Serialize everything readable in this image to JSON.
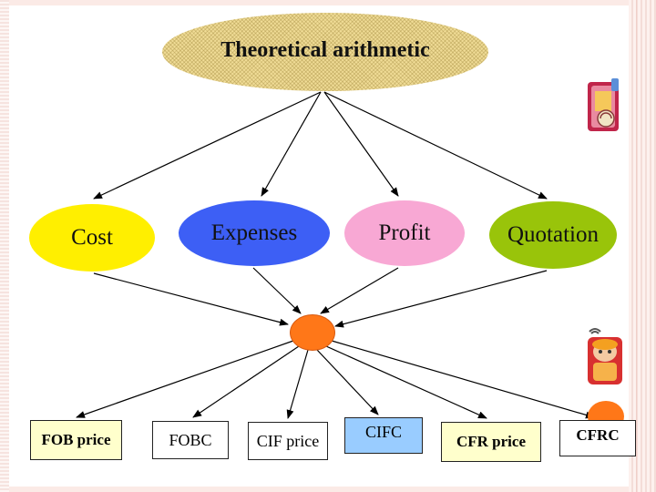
{
  "title": "Theoretical arithmetic",
  "components": [
    {
      "label": "Cost",
      "color": "#ffef00"
    },
    {
      "label": "Expenses",
      "color": "#3d5ff5"
    },
    {
      "label": "Profit",
      "color": "#f8a8d4"
    },
    {
      "label": "Quotation",
      "color": "#99c40a"
    }
  ],
  "hub_color": "#ff7718",
  "price_terms": [
    {
      "label": "FOB price",
      "fill": "#ffffcc"
    },
    {
      "label": "FOBC",
      "fill": "#ffffff"
    },
    {
      "label": "CIF price",
      "fill": "#ffffff"
    },
    {
      "label": "CIFC",
      "fill": "#99ccff"
    },
    {
      "label": "CFR price",
      "fill": "#ffffcc"
    },
    {
      "label": "CFRC",
      "fill": "#ffffff"
    }
  ],
  "icons": [
    "briefcase-clipart-icon",
    "figure-clipart-icon"
  ]
}
